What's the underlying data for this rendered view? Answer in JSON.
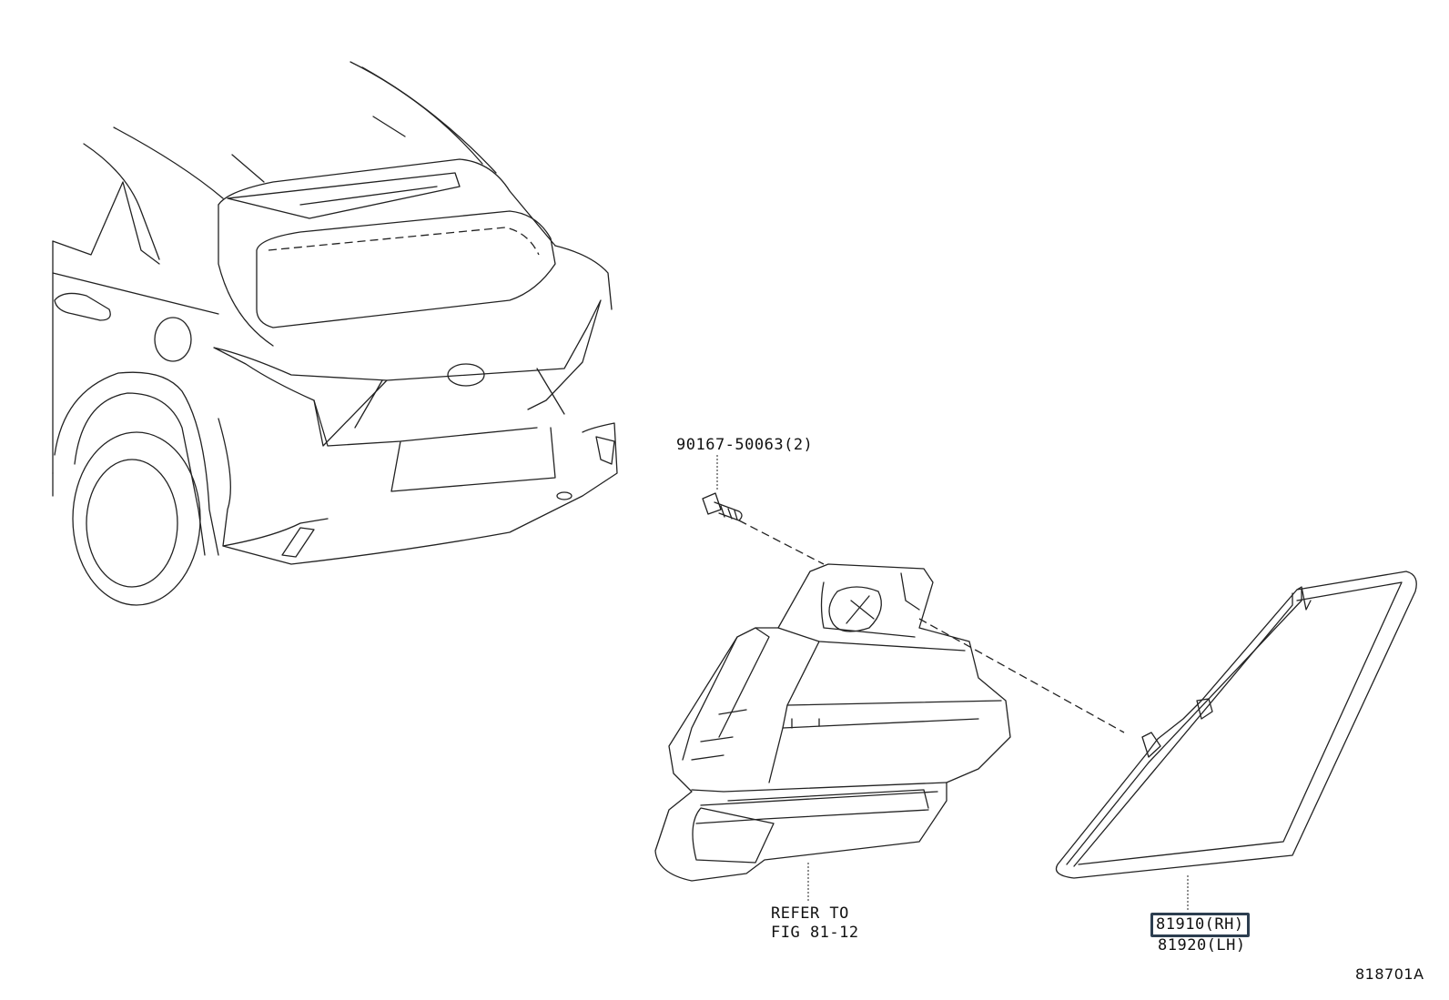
{
  "labels": {
    "screw_part_no": "90167-50063(2)",
    "refer_line1": "REFER TO",
    "refer_line2": "FIG 81-12",
    "lamp_rh": "81910(RH)",
    "lamp_lh": "81920(LH)",
    "diagram_id": "818701A"
  },
  "colors": {
    "line": "#222222",
    "highlight_border": "#2c3e50",
    "background": "#ffffff"
  }
}
